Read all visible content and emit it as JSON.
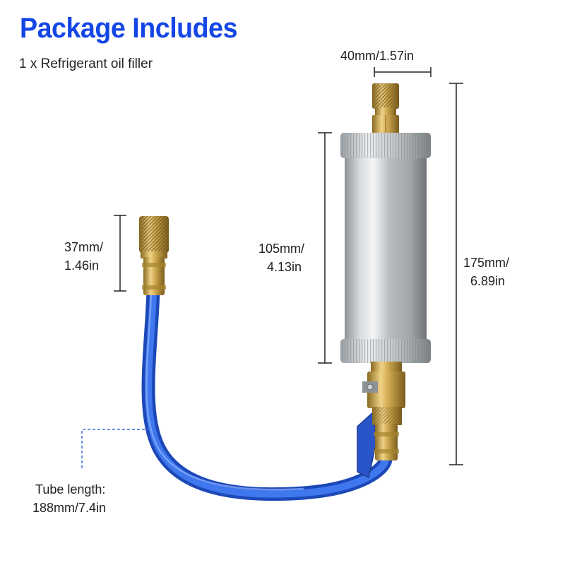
{
  "title": "Package Includes",
  "subtitle": "1 x Refrigerant oil filler",
  "dimensions": {
    "width_top": "40mm/1.57in",
    "hose_fitting_line1": "37mm/",
    "hose_fitting_line2": "1.46in",
    "body_line1": "105mm/",
    "body_line2": "4.13in",
    "total_line1": "175mm/",
    "total_line2": "6.89in",
    "tube_line1": "Tube length:",
    "tube_line2": "188mm/7.4in"
  },
  "colors": {
    "title": "#1446e6",
    "hose": "#2a5fd6",
    "brass": "#c9a24a",
    "canister": "#c0c4c8"
  }
}
